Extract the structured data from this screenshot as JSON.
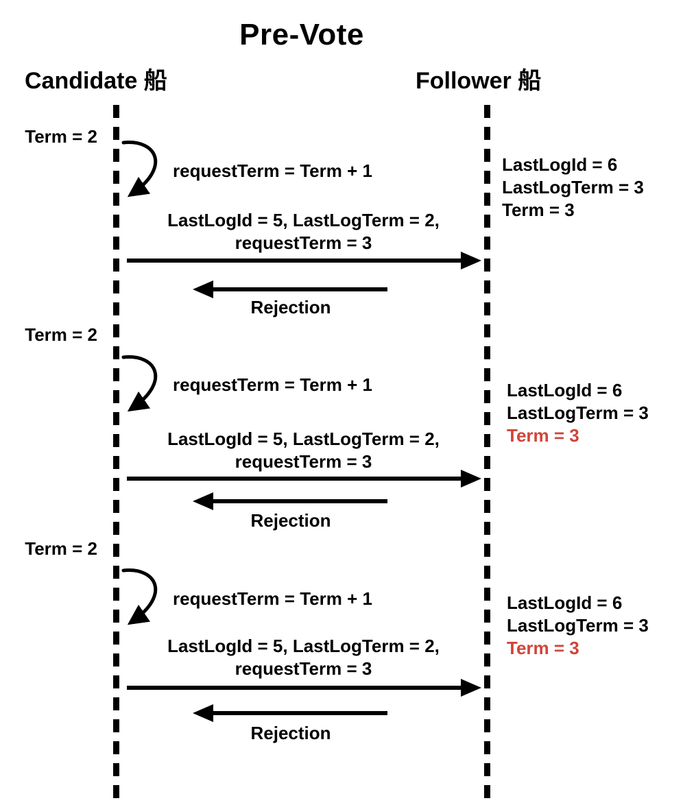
{
  "title": "Pre-Vote",
  "lanes": {
    "candidate": "Candidate 船",
    "follower": "Follower 船"
  },
  "colors": {
    "highlight": "#d0453a",
    "line": "#000000"
  },
  "rounds": [
    {
      "candidate_term": "Term = 2",
      "self_message": "requestTerm = Term + 1",
      "request_line1": "LastLogId = 5, LastLogTerm = 2,",
      "request_line2": "requestTerm = 3",
      "response": "Rejection",
      "follower_state": {
        "last_log_id": "LastLogId = 6",
        "last_log_term": "LastLogTerm = 3",
        "term": "Term = 3",
        "term_highlighted": false
      }
    },
    {
      "candidate_term": "Term = 2",
      "self_message": "requestTerm = Term + 1",
      "request_line1": "LastLogId = 5, LastLogTerm = 2,",
      "request_line2": "requestTerm = 3",
      "response": "Rejection",
      "follower_state": {
        "last_log_id": "LastLogId = 6",
        "last_log_term": "LastLogTerm = 3",
        "term": "Term = 3",
        "term_highlighted": true
      }
    },
    {
      "candidate_term": "Term = 2",
      "self_message": "requestTerm = Term + 1",
      "request_line1": "LastLogId = 5, LastLogTerm = 2,",
      "request_line2": "requestTerm = 3",
      "response": "Rejection",
      "follower_state": {
        "last_log_id": "LastLogId = 6",
        "last_log_term": "LastLogTerm = 3",
        "term": "Term = 3",
        "term_highlighted": true
      }
    }
  ]
}
